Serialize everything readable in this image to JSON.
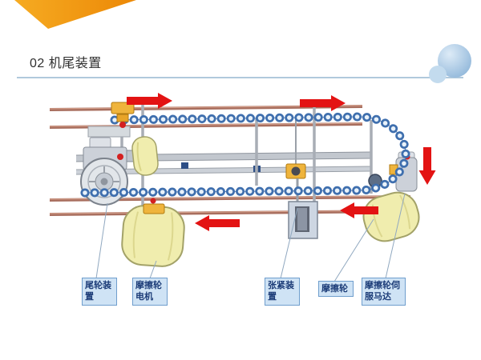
{
  "slide": {
    "title": "02 机尾装置",
    "background": "#ffffff"
  },
  "decorations": {
    "corner_ribbon_color": "#f09a12",
    "bubble_large_color": "#86b0d6",
    "bubble_small_color": "#c3dbee",
    "divider_color": "#b0c9dc"
  },
  "diagram": {
    "arrow_color": "#e31313",
    "flow_arrows": [
      {
        "direction": "right"
      },
      {
        "direction": "right"
      },
      {
        "direction": "down"
      },
      {
        "direction": "left"
      },
      {
        "direction": "left"
      }
    ],
    "callouts": [
      {
        "label": "尾轮装置"
      },
      {
        "label": "摩擦轮电机"
      },
      {
        "label": "张紧装置"
      },
      {
        "label": "摩擦轮"
      },
      {
        "label": "摩擦轮伺服马达"
      }
    ],
    "callout_style": {
      "bg": "#cfe3f5",
      "border": "#6f9ecd",
      "text": "#1c3c78"
    }
  }
}
